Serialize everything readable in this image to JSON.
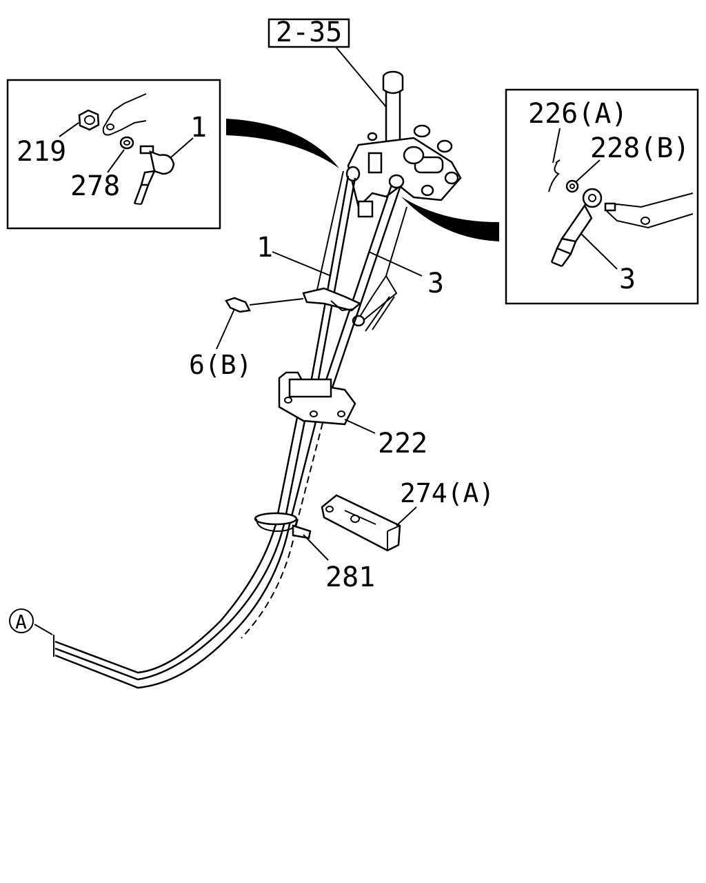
{
  "ref_box": "2-35",
  "labels": {
    "l219": "219",
    "l278": "278",
    "l1_detail": "1",
    "l226": "226(A)",
    "l228": "228(B)",
    "l3_detail": "3",
    "l1": "1",
    "l3": "3",
    "l6": "6(B)",
    "l222": "222",
    "l274": "274(A)",
    "l281": "281",
    "circle_a": "A"
  }
}
